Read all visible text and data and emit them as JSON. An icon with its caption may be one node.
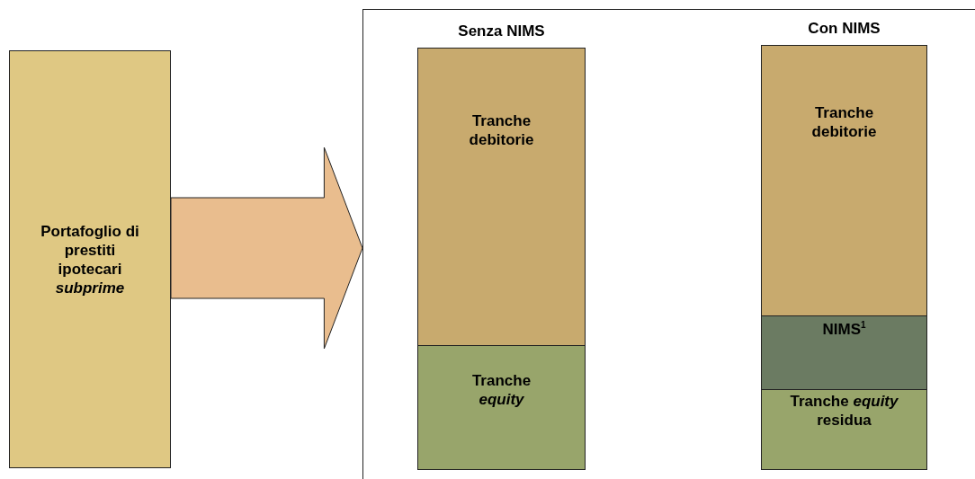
{
  "diagram": {
    "nodes": [
      {
        "text": [
          "Portafoglio di prestiti ipotecari *subprime*"
        ]
      },
      {
        "text": [],
        "shape": "box"
      },
      {
        "text": [
          "Tranche debitorie"
        ],
        "in": 1,
        "beside": [
          "Senza NIMS"
        ]
      },
      {
        "text": [
          "Tranche *equity*"
        ],
        "in": 1
      },
      {
        "text": [
          "Tranche debitorie"
        ],
        "in": 1,
        "beside": [
          "Con NIMS"
        ]
      },
      {
        "text": [
          "NIMS$^{1}$"
        ],
        "in": 1
      },
      {
        "text": [
          "Tranche *equity* residua"
        ],
        "in": 1
      }
    ],
    "edges": [
      {
        "from": 0,
        "to": 1,
        "arrow": "to",
        "style": "thick"
      }
    ]
  }
}
